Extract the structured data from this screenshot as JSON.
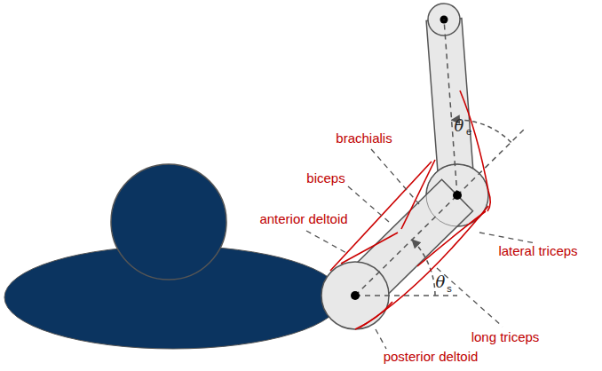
{
  "diagram": {
    "labels": [
      "brachialis",
      "biceps",
      "anterior deltoid",
      "θ",
      "e",
      "lateral triceps",
      "θ",
      "s",
      "long triceps",
      "posterior deltoid"
    ]
  }
}
